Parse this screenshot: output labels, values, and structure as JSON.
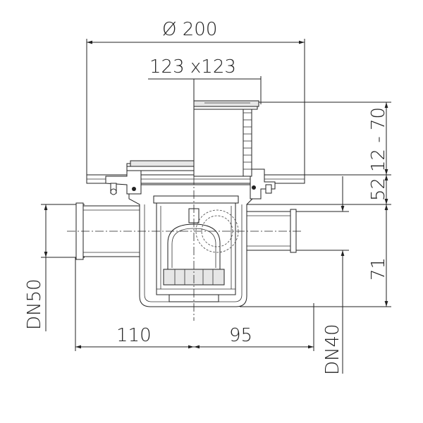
{
  "dimensions": {
    "diameter_top": "Ø 200",
    "grate_size": "123 x123",
    "height_adjust": "12 - 70",
    "height_upper": "52",
    "height_lower": "71",
    "inlet_left": "DN50",
    "outlet_right": "DN40",
    "width_left": "110",
    "width_right": "95"
  }
}
